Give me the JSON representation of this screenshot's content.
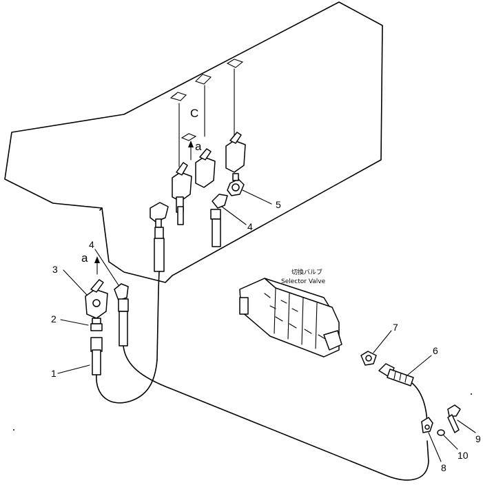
{
  "labels": {
    "view_c": "C",
    "arrow_a_upper": "a",
    "arrow_a_lower": "a",
    "selector_valve_jp": "切換バルブ",
    "selector_valve_en": "Selector Valve"
  },
  "callouts": [
    {
      "id": "1",
      "text": "1"
    },
    {
      "id": "2",
      "text": "2"
    },
    {
      "id": "3",
      "text": "3"
    },
    {
      "id": "4a",
      "text": "4"
    },
    {
      "id": "4b",
      "text": "4"
    },
    {
      "id": "5",
      "text": "5"
    },
    {
      "id": "6",
      "text": "6"
    },
    {
      "id": "7",
      "text": "7"
    },
    {
      "id": "8",
      "text": "8"
    },
    {
      "id": "9",
      "text": "9"
    },
    {
      "id": "10",
      "text": "10"
    }
  ]
}
